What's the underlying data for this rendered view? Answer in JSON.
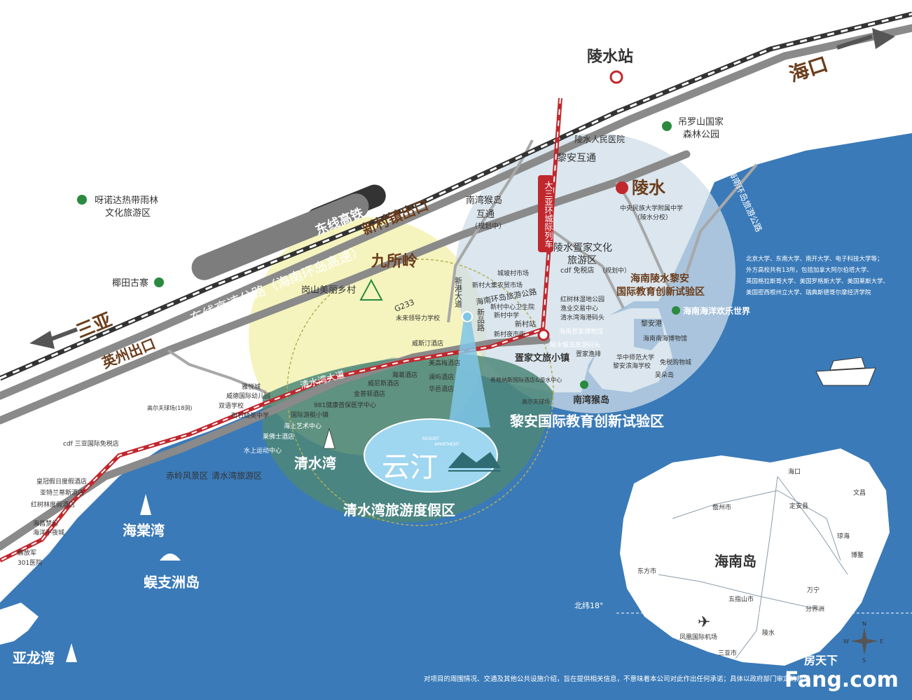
{
  "stations": {
    "lingshui": "陵水站"
  },
  "directions": {
    "haikou": "海口",
    "sanya": "三亚"
  },
  "railway": {
    "donxian": "东线高铁"
  },
  "highway": {
    "name": "东线高速公路（海南环岛高速）",
    "g233": "G233"
  },
  "exits": {
    "xincun": "新村镇出口",
    "yingzhou": "英州出口"
  },
  "interchanges": {
    "lian": "黎安互通",
    "nanwan": "南湾猴岛",
    "nanwan2": "互通",
    "nanwan_note": "（规划中）"
  },
  "roads": {
    "intercity": "大三亚环城际列车",
    "dadao": "大道",
    "xingang": "新港大道",
    "xinpin": "新品路",
    "circle_tour": "海南环岛旅游公路",
    "qingshuiwan_road": "清水湾大道",
    "tourism_coast": "海南环岛旅游公路"
  },
  "districts": {
    "lingshui": "陵水",
    "jiusuoling": "九所岭",
    "lingshui_culture": "陵水疍家文化",
    "lingshui_culture2": "旅游区",
    "lingshui_edu": "海南陵水黎安",
    "lingshui_edu2": "国际教育创新试验区",
    "lian_edu": "黎安国际教育创新试验区",
    "qingshuiwan": "清水湾",
    "qingshuiwan_resort": "清水湾旅游度假区",
    "danjia_town": "疍家文旅小镇",
    "nanwan_monkey": "南湾猴岛",
    "haitang": "海棠湾",
    "wuzhizhou": "蜈支洲岛",
    "yalong": "亚龙湾",
    "hainan_island": "海南岛"
  },
  "pois": {
    "diaoluo": "吊罗山国家",
    "diaoluo2": "森林公园",
    "hospital_lingshui": "陵水人民医院",
    "yanoda": "呀诺达热带雨林",
    "yanoda2": "文化旅游区",
    "yetian": "椰田古寨",
    "gangshan": "岗山美丽乡村",
    "minzu_school": "中央民族大学附属中学",
    "minzu_school2": "（陵水分校）",
    "cdf_lingshui": "cdf 免税店",
    "cdf_note": "（规划中）",
    "city_market": "城坡村市场",
    "xincun_market": "新村大集农贸市场",
    "health_center": "新村中心卫生院",
    "xincun_school": "新村中学",
    "night_market": "新村夜市街",
    "xincun_station": "新村站",
    "mangrove": "红树林湿地公园",
    "fishery": "渔业交易中心",
    "port": "清水湾海港码头",
    "danjia_museum": "海南疍家博物馆",
    "monkey_dock": "陵水猴岛旅游码头",
    "danjia_fishery": "疍家渔排",
    "ocean_world": "海南海洋欢乐世界",
    "lian_port": "黎安港",
    "ocean_museum": "海南南海博物馆",
    "huazhong": "华中师范大学",
    "huazhong2": "黎安滨海学校",
    "duty_free": "免税购物城",
    "wuzhu": "吴朵岛",
    "future_school": "未来领导力学校",
    "westin": "威斯汀酒店",
    "meigao": "美高梅酒店",
    "haisheng": "瀚葛酒店",
    "weinisi": "威尼斯酒店",
    "lanqiu": "澜屿酒店",
    "huayi": "华邑酒店",
    "jinpu": "金普顿酒店",
    "hilton": "希格纳斯国际酒店&游水中心",
    "golf_east": "高尔夫球场",
    "yayue": "雅悦城",
    "weide": "威德国际幼儿园",
    "bilingual": "双语学校",
    "hengshui": "衡石精英中学",
    "golf_west": "高尔夫球场(18洞)",
    "health_981": "981健康首保医学中心",
    "yacht": "国际游艇小镇",
    "art_center": "海上艺术中心",
    "lefuse": "莱佛士酒店",
    "water_sports": "水上运动中心",
    "cdf_sanya": "cdf 三亚国际免税店",
    "chiling": "赤岭风景区",
    "qsw_scenic": "清水湾旅游区",
    "huangguan": "皇冠假日度假酒店",
    "atlantis": "亚特兰蒂斯酒店",
    "mangrove_hotel": "红树林度假酒店",
    "haichang1": "海昌梦幻",
    "haichang2": "海洋不夜城",
    "hospital_301a": "解放军",
    "hospital_301b": "301医院"
  },
  "universities": {
    "line1": "北京大学、东南大学、南开大学、电子科技大学等；",
    "line2": "外方高校共有13所，包括加拿大阿尔伯塔大学、",
    "line3": "英国格拉斯哥大学、美国罗格斯大学、美国莱斯大学、",
    "line4": "美国密西根州立大学、瑞典斯德哥尔摩经济学院"
  },
  "project": {
    "name_cn": "云汀",
    "name_en1": "RESORT",
    "name_en2": "APARTMENT"
  },
  "inset": {
    "haikou": "海口",
    "wenchang": "文昌",
    "danzhou": "儋州市",
    "dingan": "定安县",
    "qionghai": "琼海",
    "dongfang": "东方市",
    "wuzhishan": "五指山市",
    "wanning": "万宁",
    "bo": "博鳌",
    "lingshui": "陵水",
    "sanya": "三亚市",
    "airport": "凤凰国际机场",
    "fenjiezhou": "分界洲",
    "latitude": "北纬18°",
    "north": "N",
    "west": "W",
    "east": "E",
    "south": "S"
  },
  "footer": {
    "disclaimer": "对项目的周围情况、交通及其他公共设施介绍，旨在提供相关信息，不意味着本公司对此作出任何承诺；具体以政府部门审定的规划",
    "brand1": "房天下",
    "brand2": "Fang.com"
  },
  "colors": {
    "sea": "#3a7ab8",
    "road": "#7d7d7d",
    "rail": "#2b2b2b",
    "intercity": "#c0282e",
    "yellow_zone": "#f2f0a8",
    "blue_zone": "#cfdde8",
    "resort_zone": "#4e8778",
    "brown": "#6b3d1c",
    "green": "#2a8a3f"
  }
}
